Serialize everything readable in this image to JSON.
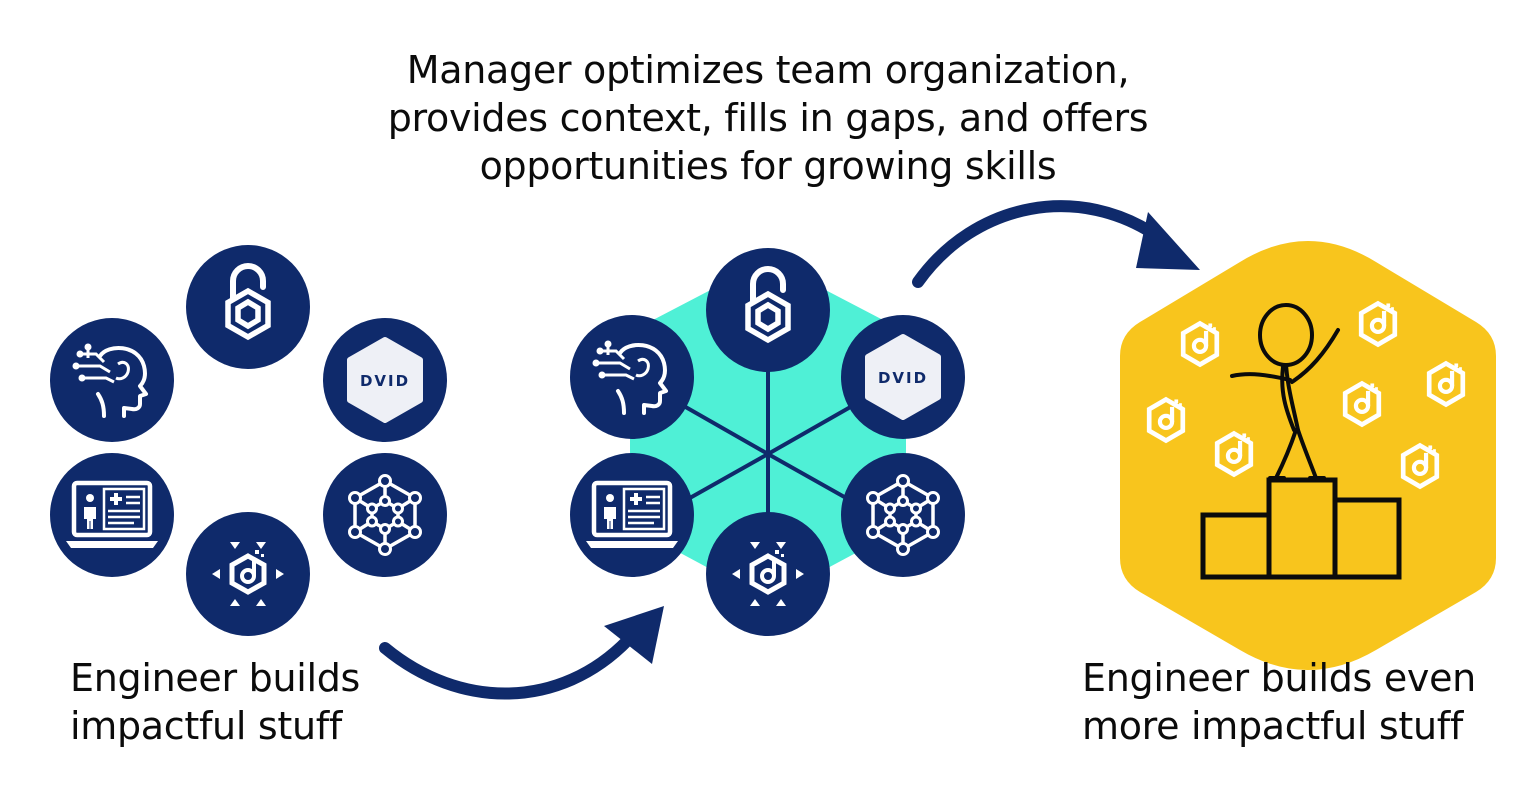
{
  "captions": {
    "manager": [
      "Manager optimizes team organization,",
      "provides context, fills in gaps, and offers",
      "opportunities for growing skills"
    ],
    "engineer_before": [
      "Engineer builds",
      "impactful stuff"
    ],
    "engineer_after": [
      "Engineer builds even",
      "more impactful stuff"
    ]
  },
  "dvid_label": "DVID",
  "colors": {
    "navy": "#0f2a6b",
    "teal": "#4ff0d6",
    "yellow": "#f8c51d",
    "ink": "#0b0b0b"
  },
  "icons": [
    "unlock-hexagon-icon",
    "dvid-hexagon-icon",
    "molecule-network-icon",
    "hexagon-arrows-icon",
    "laptop-medical-record-icon",
    "ai-head-circuit-icon"
  ]
}
